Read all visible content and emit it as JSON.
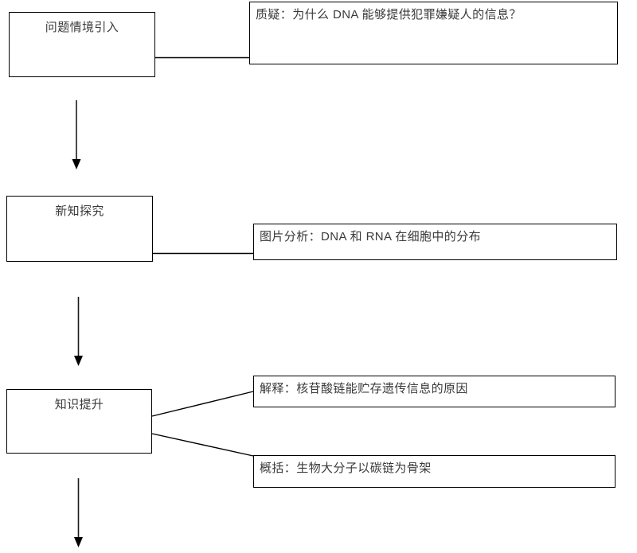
{
  "diagram": {
    "title": "lesson-flow-chart",
    "colors": {
      "background": "#ffffff",
      "line": "#000000",
      "box_border": "#000000",
      "text": "#3a3a3a"
    },
    "stages": [
      {
        "label": "问题情境引入"
      },
      {
        "label": "新知探究"
      },
      {
        "label": "知识提升"
      }
    ],
    "details": [
      {
        "label": "质疑：为什么 DNA 能够提供犯罪嫌疑人的信息？"
      },
      {
        "label": "图片分析：DNA 和 RNA 在细胞中的分布"
      },
      {
        "label": "解释：核苷酸链能贮存遗传信息的原因"
      },
      {
        "label": "概括：生物大分子以碳链为骨架"
      }
    ],
    "flow": [
      "问题情境引入 → 新知探究 → 知识提升 → (下一环节)",
      "问题情境引入 — 质疑",
      "新知探究 — 图片分析",
      "知识提升 — 解释 / 概括"
    ]
  }
}
